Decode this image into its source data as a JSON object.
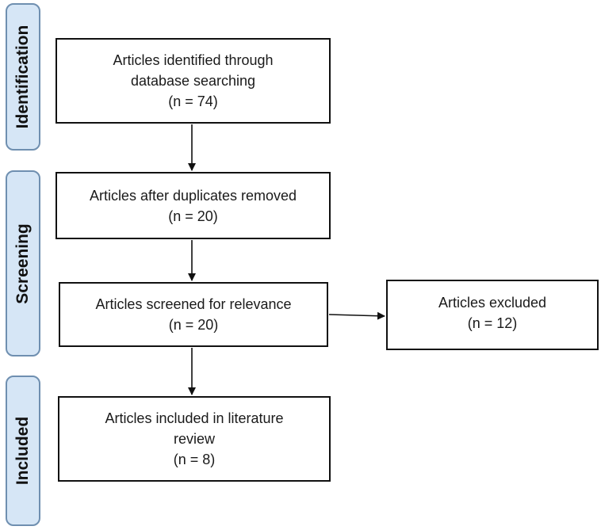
{
  "phases": {
    "identification": "Identification",
    "screening": "Screening",
    "included": "Included"
  },
  "boxes": {
    "identified": {
      "line1": "Articles identified through",
      "line2": "database searching",
      "count": "(n = 74)"
    },
    "duplicates_removed": {
      "line1": "Articles after duplicates removed",
      "count": "(n = 20)"
    },
    "screened": {
      "line1": "Articles screened for relevance",
      "count": "(n = 20)"
    },
    "excluded": {
      "line1": "Articles excluded",
      "count": "(n = 12)"
    },
    "included": {
      "line1": "Articles included in literature",
      "line2": "review",
      "count": "(n = 8)"
    }
  },
  "colors": {
    "phase_fill": "#d6e6f6",
    "phase_border": "#6f8fb0",
    "box_border": "#111111",
    "arrow": "#111111"
  }
}
